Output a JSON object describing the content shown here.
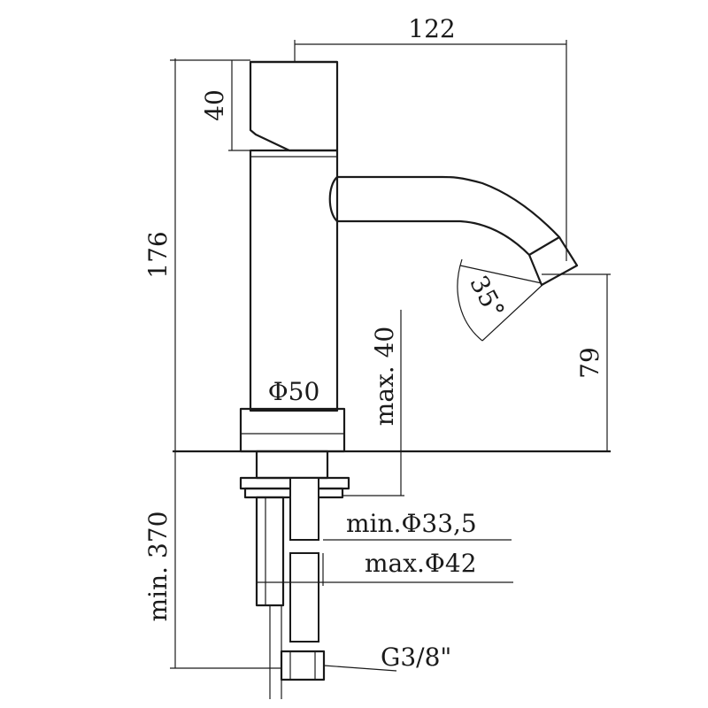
{
  "dimensions": {
    "spout_reach": "122",
    "handle_height": "40",
    "overall_height": "176",
    "spout_angle": "35°",
    "spout_outlet_height": "79",
    "max_deck_thickness": "max. 40",
    "body_diameter": "Φ50",
    "min_hole": "min.Φ33,5",
    "max_hole": "max.Φ42",
    "min_hose_length": "min. 370",
    "connection_thread": "G3/8\""
  }
}
